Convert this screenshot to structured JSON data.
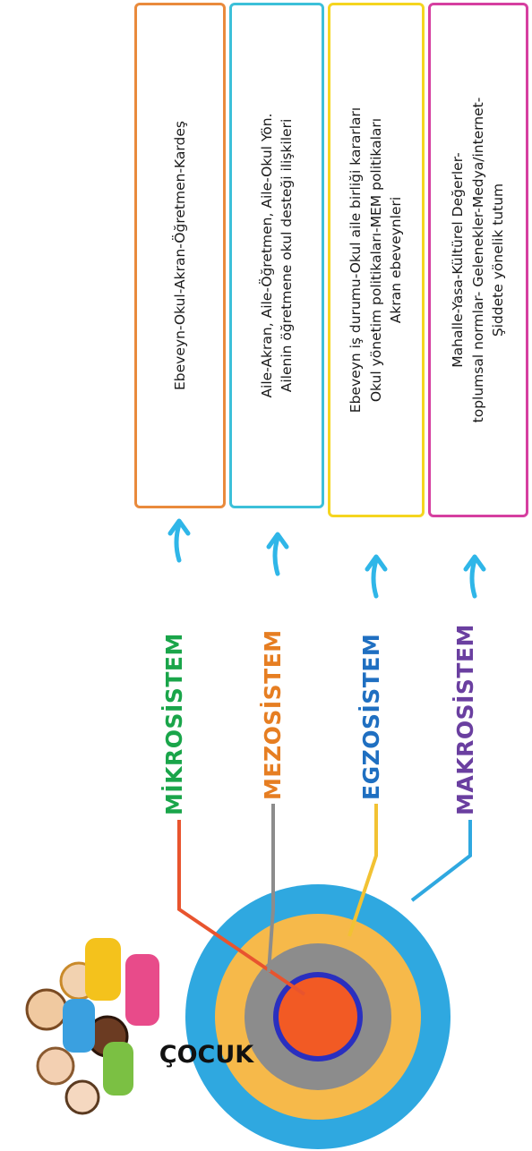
{
  "center_label": "ÇOCUK",
  "levels": [
    {
      "name": "MİKROSİSTEM",
      "color": "#1aa54a",
      "connector_color": "#e8542e",
      "box_text": "Ebeveyn-Okul-Akran-Öğretmen-Kardeş",
      "box_border": "#e98a3c"
    },
    {
      "name": "MEZOSİSTEM",
      "color": "#e67e22",
      "connector_color": "#8c8c8c",
      "box_text": "Aile-Akran, Aile-Öğretmen, Aile-Okul Yön.\nAilenin öğretmene okul desteği ilişkileri",
      "box_border": "#3cc0d9"
    },
    {
      "name": "EGZOSİSTEM",
      "color": "#1f6fc1",
      "connector_color": "#f2c233",
      "box_text": "Ebeveyn iş durumu-Okul aile birliği kararları\nOkul yönetim politikaları-MEM politikaları\nAkran ebeveynleri",
      "box_border": "#f5d51f"
    },
    {
      "name": "MAKROSİSTEM",
      "color": "#6a3fa0",
      "connector_color": "#2fa8e0",
      "box_text": "Mahalle-Yasa-Kültürel Değerler-\ntoplumsal normlar- Gelenekler-Medya/internet-\nŞiddete yönelik tutum",
      "box_border": "#d63fa0"
    }
  ],
  "rings": {
    "outer": "#2fa8e0",
    "third": "#f6b94a",
    "second": "#8c8c8c",
    "core_ring": "#2a2fbf",
    "core": "#f25a24"
  },
  "arrow_color": "#2fb6e8",
  "illustration": "children-group"
}
